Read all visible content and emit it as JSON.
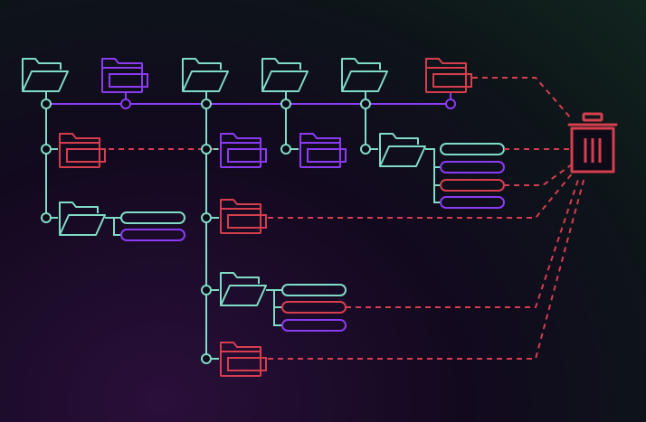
{
  "colors": {
    "teal": "#7fdcc6",
    "purple": "#8b3bf2",
    "red": "#d63e4e",
    "background_dark": "#0e0b18"
  },
  "icons": {
    "folder_closed": "folder-icon",
    "folder_open": "folder-open-icon",
    "trash": "trash-icon"
  },
  "diagram": {
    "description_kind": "file-tree-cleanup",
    "top_row_folders": [
      {
        "state": "open",
        "color": "teal",
        "marked_for_deletion": false
      },
      {
        "state": "closed",
        "color": "purple",
        "marked_for_deletion": false
      },
      {
        "state": "open",
        "color": "teal",
        "marked_for_deletion": false
      },
      {
        "state": "open",
        "color": "teal",
        "marked_for_deletion": false
      },
      {
        "state": "open",
        "color": "teal",
        "marked_for_deletion": false
      },
      {
        "state": "closed",
        "color": "red",
        "marked_for_deletion": true
      }
    ],
    "branches": [
      {
        "parent": 0,
        "children": [
          {
            "kind": "folder",
            "state": "closed",
            "color": "red",
            "deleted": true
          },
          {
            "kind": "folder",
            "state": "open",
            "color": "teal",
            "files": [
              "teal",
              "purple"
            ]
          }
        ]
      },
      {
        "parent": 2,
        "children": [
          {
            "kind": "folder",
            "state": "closed",
            "color": "purple",
            "deleted": false
          },
          {
            "kind": "folder",
            "state": "closed",
            "color": "red",
            "deleted": true
          },
          {
            "kind": "folder",
            "state": "open",
            "color": "teal",
            "files": [
              "teal",
              "red",
              "purple"
            ]
          },
          {
            "kind": "folder",
            "state": "closed",
            "color": "red",
            "deleted": true
          }
        ]
      },
      {
        "parent": 3,
        "children": [
          {
            "kind": "folder",
            "state": "closed",
            "color": "purple",
            "deleted": false
          }
        ]
      },
      {
        "parent": 4,
        "children": [
          {
            "kind": "folder",
            "state": "open",
            "color": "teal",
            "files": [
              "teal",
              "purple",
              "red",
              "purple"
            ]
          }
        ]
      }
    ],
    "deletion_target": "trash"
  }
}
